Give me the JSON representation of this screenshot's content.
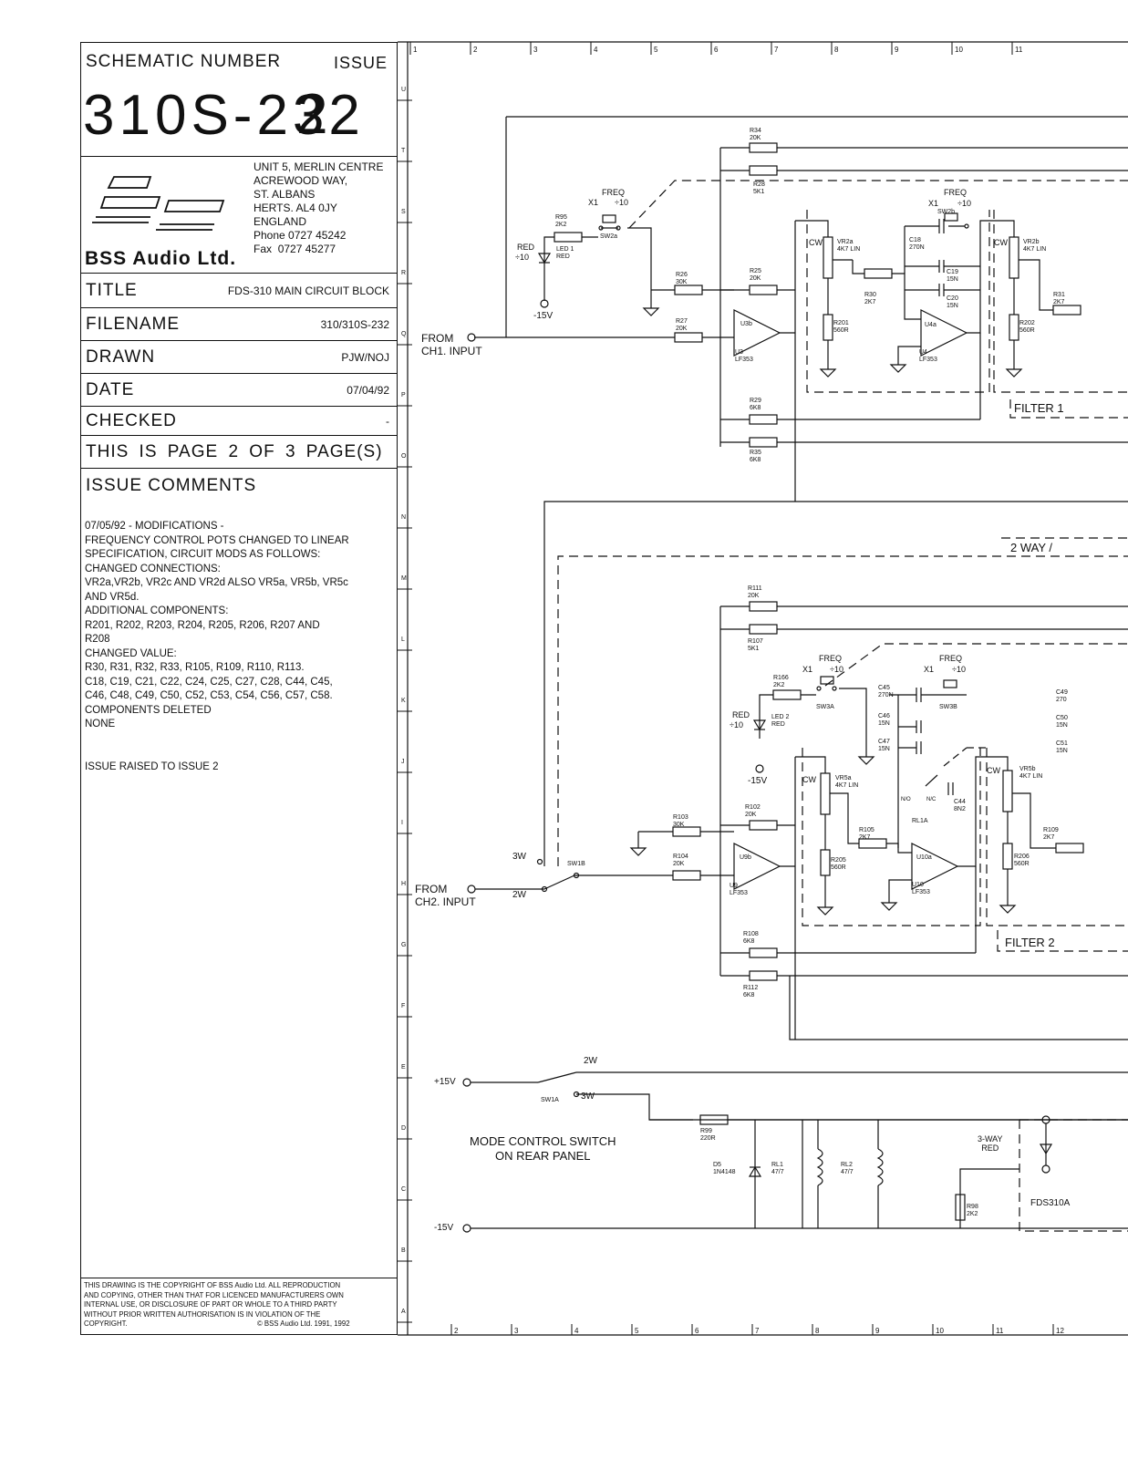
{
  "title_block": {
    "schematic_number_label": "SCHEMATIC NUMBER",
    "issue_label": "ISSUE",
    "schematic_number": "310S-232",
    "issue_number": "2",
    "company_address": [
      "UNIT 5, MERLIN CENTRE",
      "ACREWOOD WAY,",
      "ST. ALBANS",
      "HERTS. AL4 0JY",
      "ENGLAND"
    ],
    "phone_label": "Phone",
    "phone": "0727 45242",
    "fax_label": "Fax",
    "fax": "0727 45277",
    "company_name": "BSS Audio Ltd.",
    "title_label": "TITLE",
    "title": "FDS-310 MAIN CIRCUIT BLOCK",
    "filename_label": "FILENAME",
    "filename": "310/310S-232",
    "drawn_label": "DRAWN",
    "drawn": "PJW/NOJ",
    "date_label": "DATE",
    "date": "07/04/92",
    "checked_label": "CHECKED",
    "checked": "-",
    "page_text": "THIS IS PAGE 2 OF 3 PAGE(S)",
    "issue_comments_label": "ISSUE COMMENTS",
    "comments": [
      "07/05/92 - MODIFICATIONS -",
      "FREQUENCY CONTROL POTS CHANGED TO LINEAR",
      "SPECIFICATION, CIRCUIT MODS AS FOLLOWS:",
      "CHANGED CONNECTIONS:",
      "VR2a,VR2b, VR2c AND VR2d ALSO VR5a, VR5b, VR5c",
      "AND VR5d.",
      "ADDITIONAL COMPONENTS:",
      "R201, R202, R203, R204, R205, R206, R207 AND",
      "R208",
      "CHANGED VALUE:",
      "R30, R31, R32, R33, R105, R109, R110, R113.",
      "C18, C19, C21, C22, C24, C25, C27, C28, C44, C45,",
      "C46, C48, C49, C50, C52, C53, C54, C56, C57, C58.",
      "COMPONENTS DELETED",
      "NONE",
      "",
      "",
      "ISSUE RAISED TO ISSUE 2"
    ],
    "copyright": [
      "THIS DRAWING IS THE COPYRIGHT OF BSS Audio Ltd. ALL REPRODUCTION",
      "AND COPYING, OTHER THAN THAT FOR LICENCED MANUFACTURERS OWN",
      "INTERNAL USE, OR DISCLOSURE OF PART OR WHOLE TO A THIRD PARTY",
      "WITHOUT PRIOR WRITTEN AUTHORISATION IS IN VIOLATION OF THE"
    ],
    "copyright_last_line": "COPYRIGHT.",
    "copyright_notice": "© BSS Audio Ltd. 1991, 1992"
  },
  "grid": {
    "top_columns": [
      "1",
      "2",
      "3",
      "4",
      "5",
      "6",
      "7",
      "8",
      "9",
      "10",
      "11"
    ],
    "bottom_columns": [
      "2",
      "3",
      "4",
      "5",
      "6",
      "7",
      "8",
      "9",
      "10",
      "11",
      "12"
    ],
    "rows": [
      "U",
      "T",
      "S",
      "R",
      "Q",
      "P",
      "O",
      "N",
      "M",
      "L",
      "K",
      "J",
      "I",
      "H",
      "G",
      "F",
      "E",
      "D",
      "C",
      "B",
      "A"
    ]
  },
  "labels": {
    "ch1_input": [
      "FROM",
      "CH1. INPUT"
    ],
    "ch2_input": [
      "FROM",
      "CH2. INPUT"
    ],
    "mode_switch": [
      "MODE CONTROL SWITCH",
      "ON REAR PANEL"
    ],
    "filter1": "FILTER 1",
    "filter2": "FILTER 2",
    "two_way": "2 WAY /",
    "three_way": [
      "3-WAY",
      "RED"
    ],
    "fds310": "FDS310A",
    "plus15": "+15V",
    "minus15": "-15V",
    "neg15": "-15V",
    "freq": "FREQ",
    "x1": "X1",
    "div10": "÷10",
    "red": "RED",
    "cw": "CW",
    "sw_2w": "2W",
    "sw_3w": "3W"
  },
  "components": {
    "r34": [
      "R34",
      "20K"
    ],
    "r28": [
      "R28",
      "5K1"
    ],
    "r95": [
      "R95",
      "2K2"
    ],
    "led1": [
      "LED 1",
      "RED"
    ],
    "sw2a": "SW2a",
    "sw2b": "SW2b",
    "r26": [
      "R26",
      "30K"
    ],
    "r25": [
      "R25",
      "20K"
    ],
    "r27": [
      "R27",
      "20K"
    ],
    "u3b": "U3b",
    "u3": [
      "U3",
      "LF353"
    ],
    "vr2a": [
      "VR2a",
      "4K7 LIN"
    ],
    "r201": [
      "R201",
      "560R"
    ],
    "r30": [
      "R30",
      "2K7"
    ],
    "c18": [
      "C18",
      "270N"
    ],
    "c19": [
      "C19",
      "15N"
    ],
    "c20": [
      "C20",
      "15N"
    ],
    "u4a": "U4a",
    "u4": [
      "U4",
      "LF353"
    ],
    "vr2b": [
      "VR2b",
      "4K7 LIN"
    ],
    "r202": [
      "R202",
      "560R"
    ],
    "r31": [
      "R31",
      "2K7"
    ],
    "r29": [
      "R29",
      "6K8"
    ],
    "r35": [
      "R35",
      "6K8"
    ],
    "r111": [
      "R111",
      "20K"
    ],
    "r107": [
      "R107",
      "5K1"
    ],
    "r166": [
      "R166",
      "2K2"
    ],
    "led2": [
      "LED 2",
      "RED"
    ],
    "sw3a": "SW3A",
    "sw3b": "SW3B",
    "c45": [
      "C45",
      "270N"
    ],
    "c46": [
      "C46",
      "15N"
    ],
    "c47": [
      "C47",
      "15N"
    ],
    "c49": [
      "C49",
      "270"
    ],
    "c50": [
      "C50",
      "15N"
    ],
    "c51": [
      "C51",
      "15N"
    ],
    "vr5a": [
      "VR5a",
      "4K7 LIN"
    ],
    "vr5b": [
      "VR5b",
      "4K7 LIN"
    ],
    "c44": [
      "C44",
      "8N2"
    ],
    "rl1a": "RL1A",
    "no": "N/O",
    "nc": "N/C",
    "r103": [
      "R103",
      "30K"
    ],
    "r102": [
      "R102",
      "20K"
    ],
    "r104": [
      "R104",
      "20K"
    ],
    "u9b": "U9b",
    "u9": [
      "U9",
      "LF353"
    ],
    "r205": [
      "R205",
      "560R"
    ],
    "r105": [
      "R105",
      "2K7"
    ],
    "u10a": "U10a",
    "u10": [
      "U10",
      "LF353"
    ],
    "r206": [
      "R206",
      "560R"
    ],
    "r109": [
      "R109",
      "2K7"
    ],
    "sw1b": "SW1B",
    "sw1a": "SW1A",
    "r108": [
      "R108",
      "6K8"
    ],
    "r112": [
      "R112",
      "6K8"
    ],
    "r99": [
      "R99",
      "220R"
    ],
    "d5": [
      "D5",
      "1N4148"
    ],
    "rl1": [
      "RL1",
      "47/7"
    ],
    "rl2": [
      "RL2",
      "47/7"
    ],
    "r98": [
      "R98",
      "2K2"
    ]
  }
}
